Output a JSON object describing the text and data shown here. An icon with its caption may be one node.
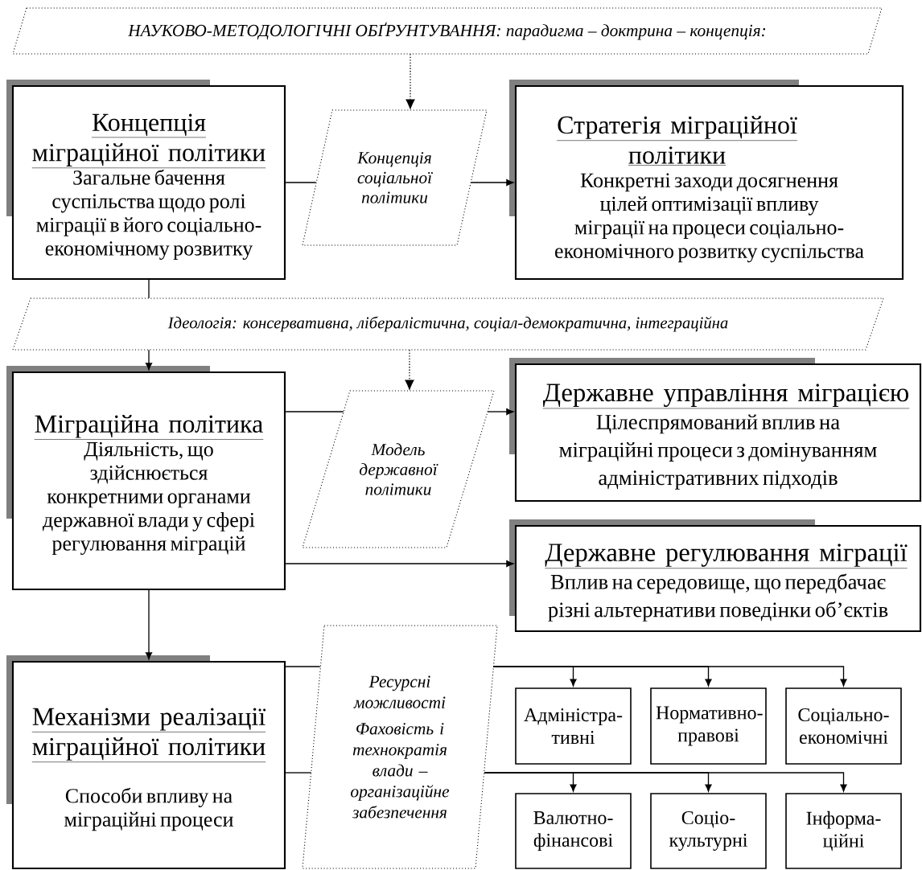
{
  "diagram": {
    "nodes": [
      {
        "text": [
          "НАУКОВО-МЕТОДОЛОГІЧНІ ОБҐРУНТУВАННЯ: парадигма – доктрина – концепція:"
        ]
      },
      {
        "text": [
          "Концепція міграційної політики",
          "Загальне бачення суспільства щодо ролі міграції в його соціально-економічному розвитку"
        ]
      },
      {
        "text": [
          "Концепція соціальної політики"
        ]
      },
      {
        "text": [
          "Стратегія міграційної політики",
          "Конкретні заходи досягнення цілей оптимізації впливу міграції на процеси соціально-економічного розвитку суспільства"
        ]
      },
      {
        "text": [
          "Ідеологія: консервативна, лібералістична, соціал-демократична, інтеграційна"
        ]
      },
      {
        "text": [
          "Міграційна політика",
          "Діяльність, що здійснюється конкретними органами державної влади у сфері регулювання міграцій"
        ]
      },
      {
        "text": [
          "Модель державної політики"
        ]
      },
      {
        "text": [
          "Державне управління міграцією",
          "Цілеспрямований вплив на міграційні процеси з домінуванням адміністративних підходів"
        ]
      },
      {
        "text": [
          "Державне регулювання міграції",
          "Вплив на середовище, що передбачає різні альтернативи поведінки об’єктів"
        ]
      },
      {
        "text": [
          "Механізми реалізації міграційної політики",
          "Способи впливу на міграційні процеси"
        ]
      },
      {
        "text": [
          "Ресурсні можливості",
          "Фаховість і технократія влади – організаційне забезпечення"
        ]
      },
      {
        "text": [
          "Адміністра- тивні"
        ]
      },
      {
        "text": [
          "Нормативно-правові"
        ]
      },
      {
        "text": [
          "Соціально-економічні"
        ]
      },
      {
        "text": [
          "Валютно-фінансові"
        ]
      },
      {
        "text": [
          "Соціо- культурні"
        ]
      },
      {
        "text": [
          "Інформа- ційні"
        ]
      }
    ],
    "edges": [
      {
        "from": 0,
        "to": 2,
        "arrow": "to",
        "style": "dashed"
      },
      {
        "from": 1,
        "to": 2,
        "arrow": "none"
      },
      {
        "from": 2,
        "to": 3,
        "arrow": "to"
      },
      {
        "from": 1,
        "to": 4,
        "arrow": "none"
      },
      {
        "from": 4,
        "to": 5,
        "arrow": "to"
      },
      {
        "from": 4,
        "to": 6,
        "arrow": "to",
        "style": "dashed"
      },
      {
        "from": 5,
        "to": 6,
        "arrow": "none"
      },
      {
        "from": 6,
        "to": 7,
        "arrow": "to"
      },
      {
        "from": 5,
        "to": 8,
        "arrow": "to"
      },
      {
        "from": 5,
        "to": 9,
        "arrow": "to"
      },
      {
        "from": 9,
        "to": 10,
        "arrow": "none"
      },
      {
        "from": 9,
        "to": 10,
        "arrow": "none"
      },
      {
        "from": 10,
        "to": 11,
        "arrow": "to"
      },
      {
        "from": 10,
        "to": 12,
        "arrow": "to"
      },
      {
        "from": 10,
        "to": 13,
        "arrow": "to"
      },
      {
        "from": 10,
        "to": 14,
        "arrow": "to"
      },
      {
        "from": 10,
        "to": 15,
        "arrow": "to"
      },
      {
        "from": 10,
        "to": 16,
        "arrow": "to"
      }
    ]
  }
}
